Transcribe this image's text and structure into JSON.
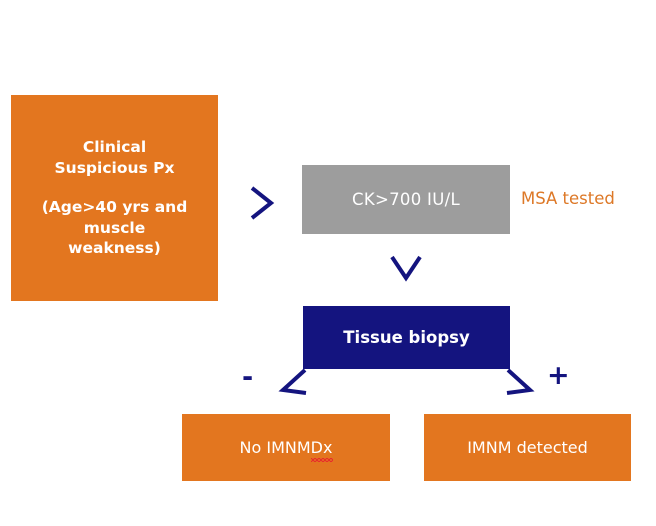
{
  "diagram": {
    "title": "IMNM diagnostic algorithm flowchart",
    "colors": {
      "orange": "#e3761f",
      "gray": "#9d9d9d",
      "navy": "#14147f",
      "annotation_orange": "#dd7827",
      "spellcheck_red": "#e82c2c",
      "background": "#ffffff"
    },
    "nodes": {
      "clinical": {
        "title_line1": "Clinical",
        "title_line2": "Suspicious Px",
        "sub_line1": "(Age>40 yrs and",
        "sub_line2": "muscle",
        "sub_line3": "weakness)"
      },
      "ck": {
        "label": "CK>700 IU/L"
      },
      "biopsy": {
        "label": "Tissue biopsy"
      },
      "no_imnm": {
        "label_prefix": "No IMNM ",
        "label_misspelled": "Dx"
      },
      "imnm": {
        "label": "IMNM detected"
      }
    },
    "annotations": {
      "msa_tested": "MSA tested",
      "negative_sign": "-",
      "positive_sign": "+"
    },
    "connectors": {
      "clinical_to_ck": "chevron-right-icon",
      "ck_to_biopsy": "chevron-down-icon",
      "biopsy_to_no_imnm": "arrow-down-left-icon",
      "biopsy_to_imnm": "arrow-down-right-icon"
    }
  }
}
